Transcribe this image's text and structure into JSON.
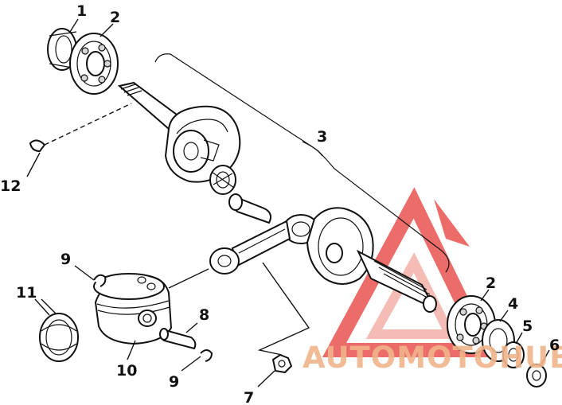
{
  "labels": [
    {
      "id": "1",
      "text": "1"
    },
    {
      "id": "2a",
      "text": "2"
    },
    {
      "id": "3",
      "text": "3"
    },
    {
      "id": "12",
      "text": "12"
    },
    {
      "id": "9a",
      "text": "9"
    },
    {
      "id": "11",
      "text": "11"
    },
    {
      "id": "10",
      "text": "10"
    },
    {
      "id": "8",
      "text": "8"
    },
    {
      "id": "9b",
      "text": "9"
    },
    {
      "id": "7",
      "text": "7"
    },
    {
      "id": "2b",
      "text": "2"
    },
    {
      "id": "4",
      "text": "4"
    },
    {
      "id": "5",
      "text": "5"
    },
    {
      "id": "6",
      "text": "6"
    }
  ],
  "watermark": {
    "brand_text": "AUTOMOTOHUB",
    "color_main": "#e8534f",
    "color_light": "#f3b1a9",
    "color_text": "#f0b48a"
  }
}
